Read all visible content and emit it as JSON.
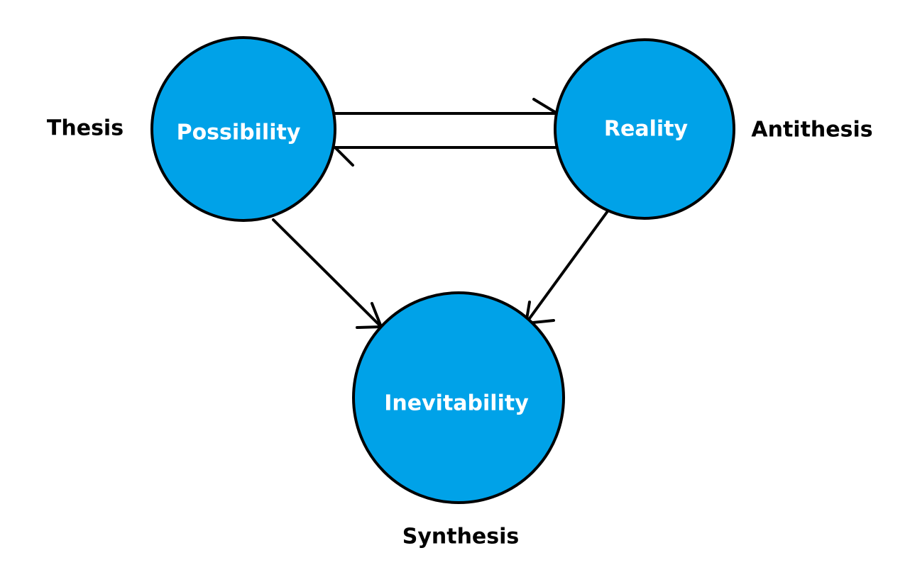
{
  "nodes": {
    "possibility": {
      "label": "Possibility",
      "role": "Thesis"
    },
    "reality": {
      "label": "Reality",
      "role": "Antithesis"
    },
    "inevitability": {
      "label": "Inevitability",
      "role": "Synthesis"
    }
  },
  "edges": [
    {
      "from": "possibility",
      "to": "reality"
    },
    {
      "from": "reality",
      "to": "possibility"
    },
    {
      "from": "possibility",
      "to": "inevitability"
    },
    {
      "from": "reality",
      "to": "inevitability"
    }
  ],
  "colors": {
    "node_fill": "#00a2e8",
    "node_stroke": "#000000",
    "node_text": "#ffffff",
    "label_text": "#000000",
    "background": "#ffffff"
  }
}
